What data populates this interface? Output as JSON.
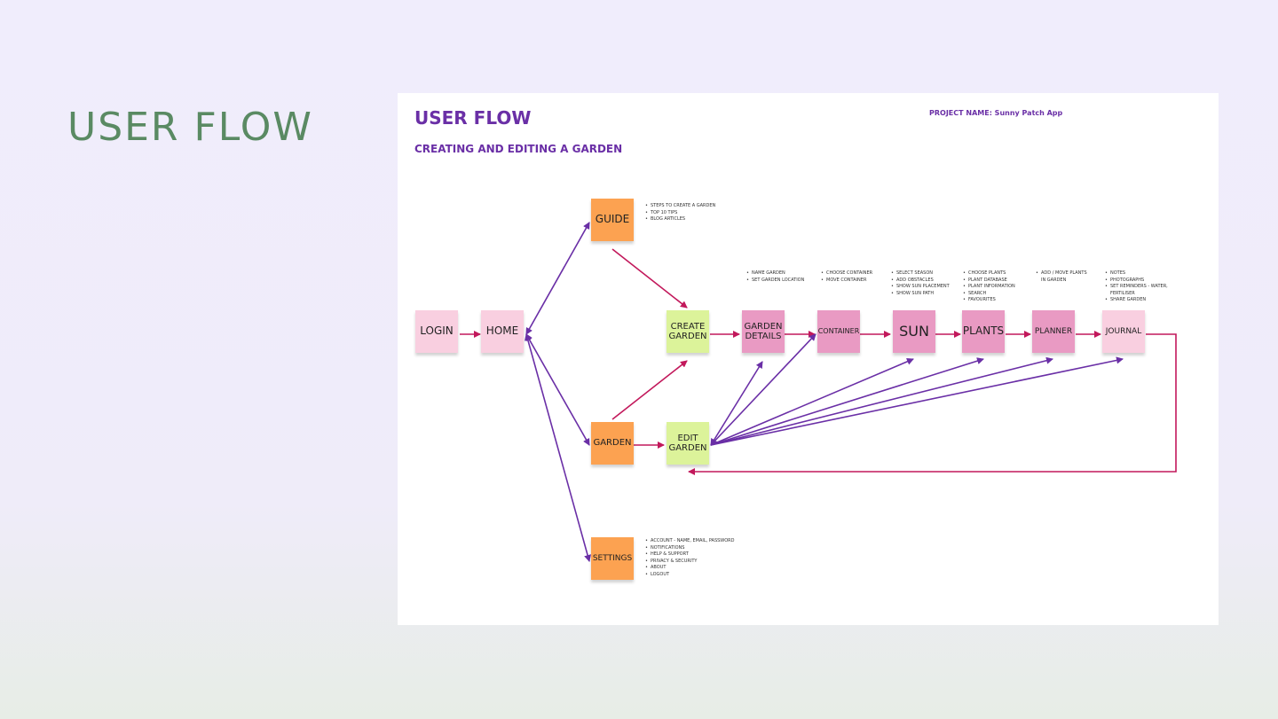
{
  "slide_title": "USER FLOW",
  "board": {
    "title": "USER FLOW",
    "subtitle": "CREATING AND EDITING A GARDEN",
    "project_name": "PROJECT NAME: Sunny Patch App"
  },
  "nodes": {
    "login": "LOGIN",
    "home": "HOME",
    "guide": "GUIDE",
    "garden": "GARDEN",
    "settings": "SETTINGS",
    "create_garden": "CREATE\nGARDEN",
    "edit_garden": "EDIT\nGARDEN",
    "garden_details": "GARDEN\nDETAILS",
    "container": "CONTAINER",
    "sun": "SUN",
    "plants": "PLANTS",
    "planner": "PLANNER",
    "journal": "JOURNAL"
  },
  "notes": {
    "guide": [
      "STEPS TO CREATE A GARDEN",
      "TOP 10 TIPS",
      "BLOG ARTICLES"
    ],
    "garden_details": [
      "NAME GARDEN",
      "SET GARDEN LOCATION"
    ],
    "container": [
      "CHOOSE CONTAINER",
      "MOVE CONTAINER"
    ],
    "sun": [
      "SELECT SEASON",
      "ADD OBSTACLES",
      "SHOW SUN PLACEMENT",
      "SHOW SUN PATH"
    ],
    "plants": [
      "CHOOSE PLANTS",
      "PLANT DATABASE",
      "PLANT INFORMATION",
      "SEARCH",
      "FAVOURITES"
    ],
    "planner": [
      "ADD / MOVE PLANTS IN GARDEN"
    ],
    "journal": [
      "NOTES",
      "PHOTOGRAPHS",
      "SET REMINDERS - WATER, FERTILISER",
      "SHARE GARDEN"
    ],
    "settings": [
      "ACCOUNT - NAME, EMAIL, PASSWORD",
      "NOTIFICATIONS",
      "HELP & SUPPORT",
      "PRIVACY & SECURITY",
      "ABOUT",
      "LOGOUT"
    ]
  },
  "colors": {
    "title_green": "#5a8a63",
    "board_purple": "#6a2fa6",
    "arrow_purple": "#6a2fa6",
    "arrow_magenta": "#c2185b",
    "note_pink_light": "#f9cfe0",
    "note_pink": "#e99ac3",
    "note_orange": "#fca251",
    "note_green": "#dcf39a"
  }
}
